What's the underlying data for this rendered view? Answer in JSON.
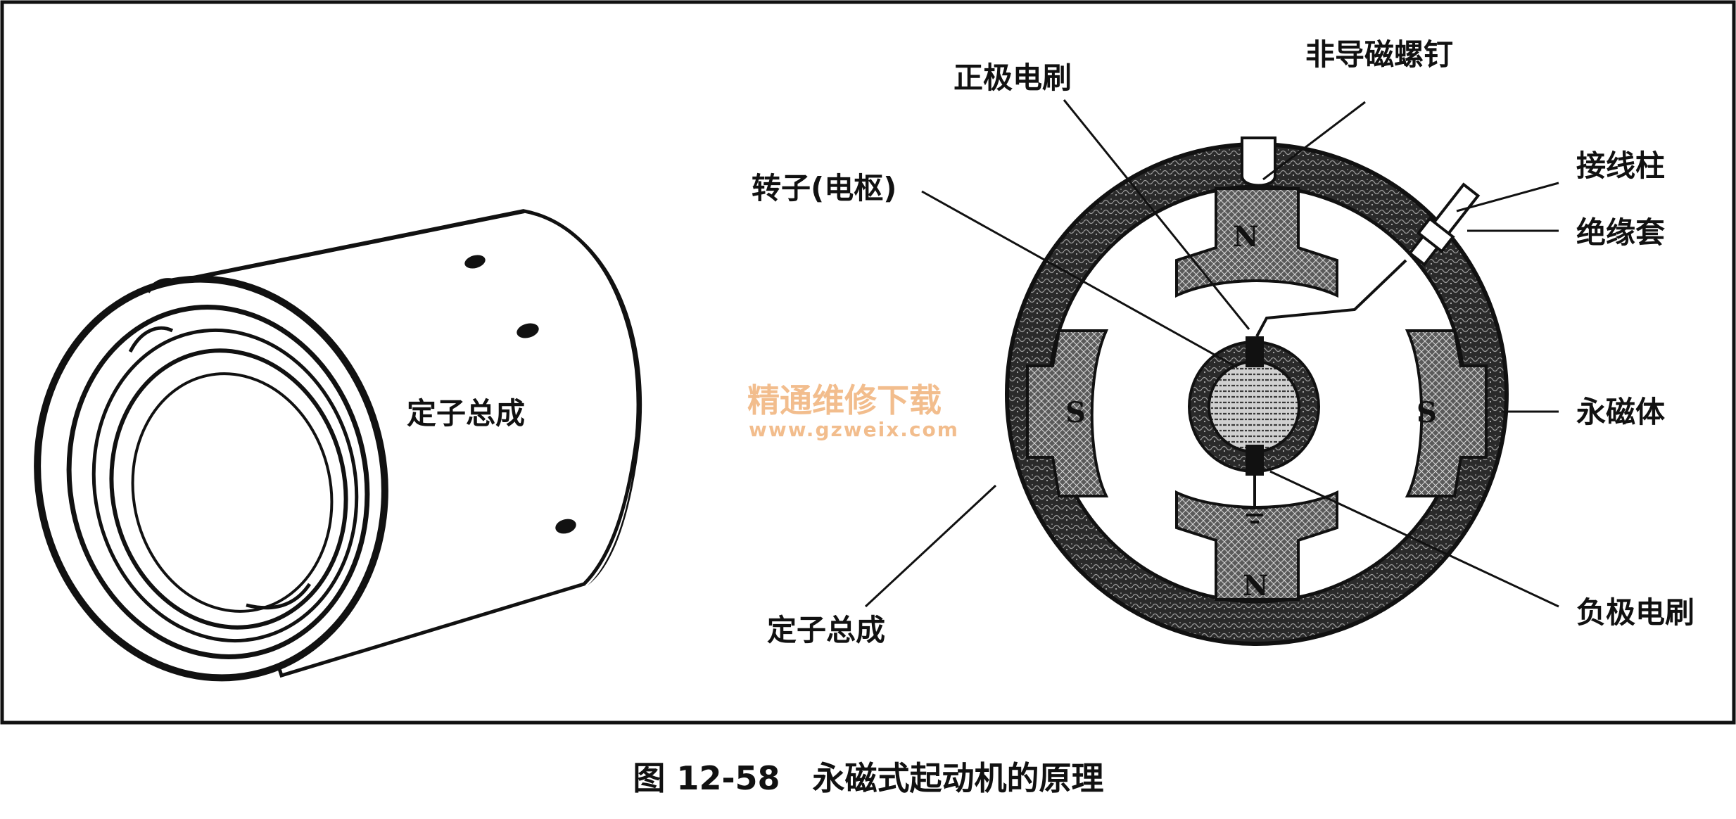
{
  "left_figure": {
    "label": "定子总成"
  },
  "right_figure": {
    "labels": {
      "positive_brush": "正极电刷",
      "non_magnetic_screw": "非导磁螺钉",
      "terminal_post": "接线柱",
      "insulating_sleeve": "绝缘套",
      "rotor": "转子(电枢)",
      "permanent_magnet": "永磁体",
      "stator_assembly": "定子总成",
      "negative_brush": "负极电刷"
    },
    "poles": {
      "top": "N",
      "bottom": "N",
      "left": "S",
      "right": "S"
    }
  },
  "watermark": {
    "line1": "精通维修下载",
    "line2": "www.gzweix.com"
  },
  "caption": "图 12-58　永磁式起动机的原理"
}
